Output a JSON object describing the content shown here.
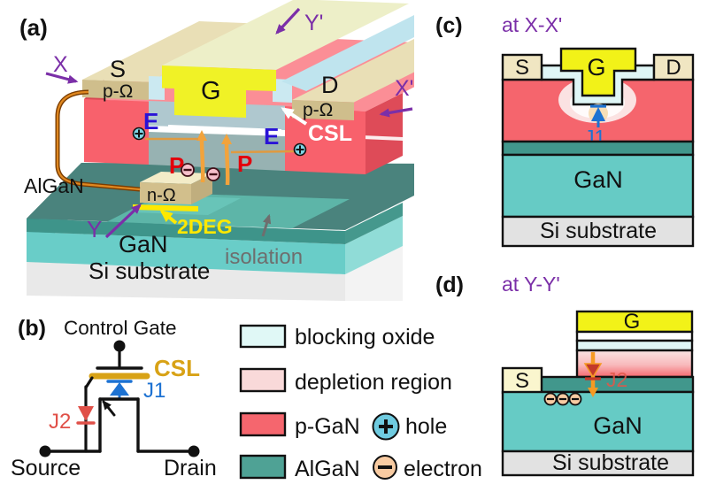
{
  "figure": {
    "panel_a": {
      "tag": "(a)",
      "cut_x": "X",
      "cut_x_prime": "X'",
      "cut_y": "Y",
      "cut_y_prime": "Y'",
      "source": "S",
      "gate": "G",
      "drain": "D",
      "p_ohmic_left": "p-Ω",
      "p_ohmic_right": "p-Ω",
      "n_ohmic": "n-Ω",
      "e_left": "E",
      "e_right": "E",
      "p_left": "P",
      "p_right": "P",
      "csl": "CSL",
      "algan": "AlGaN",
      "gan": "GaN",
      "si_substrate": "Si substrate",
      "two_deg": "2DEG",
      "isolation": "isolation",
      "hole_symbol": "+",
      "electron_symbol": "−"
    },
    "panel_b": {
      "tag": "(b)",
      "title": "Control Gate",
      "csl": "CSL",
      "j1": "J1",
      "j2": "J2",
      "source": "Source",
      "drain": "Drain"
    },
    "panel_c": {
      "tag": "(c)",
      "title": "at X-X'",
      "s": "S",
      "g": "G",
      "d": "D",
      "j1": "J1",
      "gan": "GaN",
      "si_substrate": "Si substrate"
    },
    "panel_d": {
      "tag": "(d)",
      "title": "at Y-Y'",
      "g": "G",
      "s": "S",
      "j2": "J2",
      "gan": "GaN",
      "si_substrate": "Si substrate"
    },
    "legend": {
      "items": [
        {
          "label": "blocking oxide",
          "color": "#e0f8f6"
        },
        {
          "label": "depletion region",
          "color": "#f9d9d9"
        },
        {
          "label": "p-GaN",
          "color": "#f5666e",
          "symbol": "+",
          "symbol_label": "hole",
          "symbol_color": "#6fcbe0"
        },
        {
          "label": "AlGaN",
          "color": "#4fa295",
          "symbol": "−",
          "symbol_label": "electron",
          "symbol_color": "#f8cba2"
        }
      ]
    },
    "colors": {
      "p_gan": "#f5656d",
      "algan": "#41978c",
      "gan": "#66cbc5",
      "si_substrate": "#e2e2e2",
      "blocking_oxide": "#dff6f6",
      "depletion_region": "#f9d9d9",
      "gate_yellow": "#f2f218",
      "ohmic_tan": "#f0e6c2",
      "csl_gold": "#d8a216",
      "annotation_purple": "#7b2fa8",
      "e_blue": "#2913d6",
      "p_red": "#e3000b",
      "j1_blue": "#1d72d2",
      "j2_red": "#e05048",
      "two_deg_yellow": "#ffe800",
      "isolation_gray": "#6e6e6e"
    }
  }
}
